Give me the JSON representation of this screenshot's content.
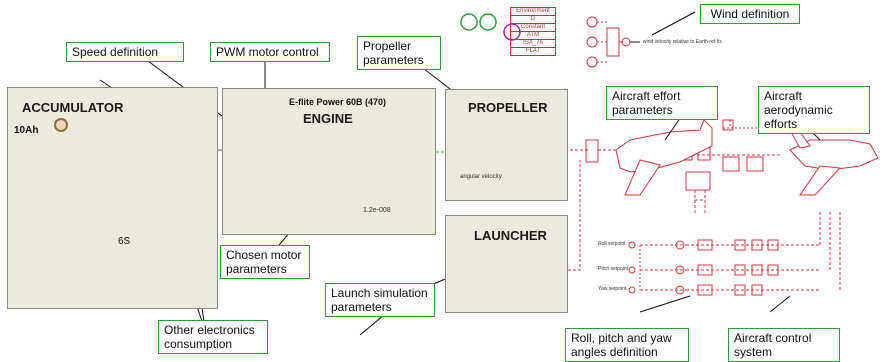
{
  "panels": {
    "accumulator": {
      "title": "ACCUMULATOR",
      "capacity": "10Ah",
      "cells": "6S"
    },
    "engine": {
      "title": "ENGINE",
      "model": "E-flite Power 60B (470)",
      "ratio": "1.2e-008"
    },
    "propeller": {
      "title": "PROPELLER",
      "note": "angular velocity"
    },
    "launcher": {
      "title": "LAUNCHER"
    }
  },
  "callouts": {
    "speed_definition": "Speed definition",
    "pwm_motor_control": "PWM motor control",
    "propeller_parameters": "Propeller parameters",
    "aircraft_effort_parameters": "Aircraft effort parameters",
    "aircraft_aerodynamic_efforts": "Aircraft aerodynamic efforts",
    "wind_definition": "Wind definition",
    "chosen_motor_parameters": "Chosen motor parameters",
    "launch_simulation_parameters": "Launch simulation parameters",
    "other_electronics_consumption": "Other electronics consumption",
    "roll_pitch_yaw_angles_definition": "Roll, pitch and yaw angles definition",
    "aircraft_control_system": "Aircraft control system"
  },
  "environment_table": [
    "Environment",
    "G",
    "Constant",
    "ATM",
    "ISA_76",
    "FLAT"
  ],
  "wind_label": "wind velocity relative to Earth-ref-fix",
  "setpoints": {
    "roll": "Roll setpoint",
    "pitch": "Pitch setpoint",
    "yaw": "Yaw setpoint"
  },
  "colors": {
    "panel_bg": "#ece9df",
    "wire_red": "#d0343c",
    "wire_purple": "#9a2aa8",
    "wire_green": "#2f9e3a",
    "callout_border": "#2e9e2e"
  }
}
